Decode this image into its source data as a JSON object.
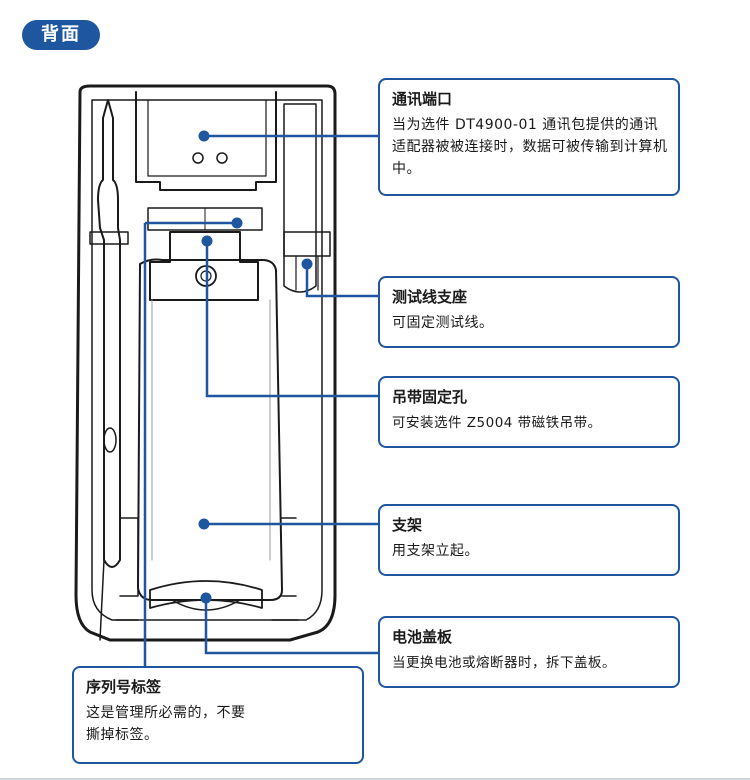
{
  "section_label": "背面",
  "callouts": {
    "comm_port": {
      "title": "通讯端口",
      "desc": "当为选件 DT4900-01 通讯包提供的通讯适配器被被连接时，数据可被传输到计算机中。"
    },
    "lead_holder": {
      "title": "测试线支座",
      "desc": "可固定测试线。"
    },
    "strap_hole": {
      "title": "吊带固定孔",
      "desc": "可安装选件 Z5004 带磁铁吊带。"
    },
    "stand": {
      "title": "支架",
      "desc": "用支架立起。"
    },
    "battery_cover": {
      "title": "电池盖板",
      "desc": "当更换电池或熔断器时，拆下盖板。"
    },
    "serial_label": {
      "title": "序列号标签",
      "desc": "这是管理所必需的，不要撕掉标签。"
    }
  },
  "colors": {
    "accent": "#1e56a0",
    "outline": "#1a1a1a"
  }
}
